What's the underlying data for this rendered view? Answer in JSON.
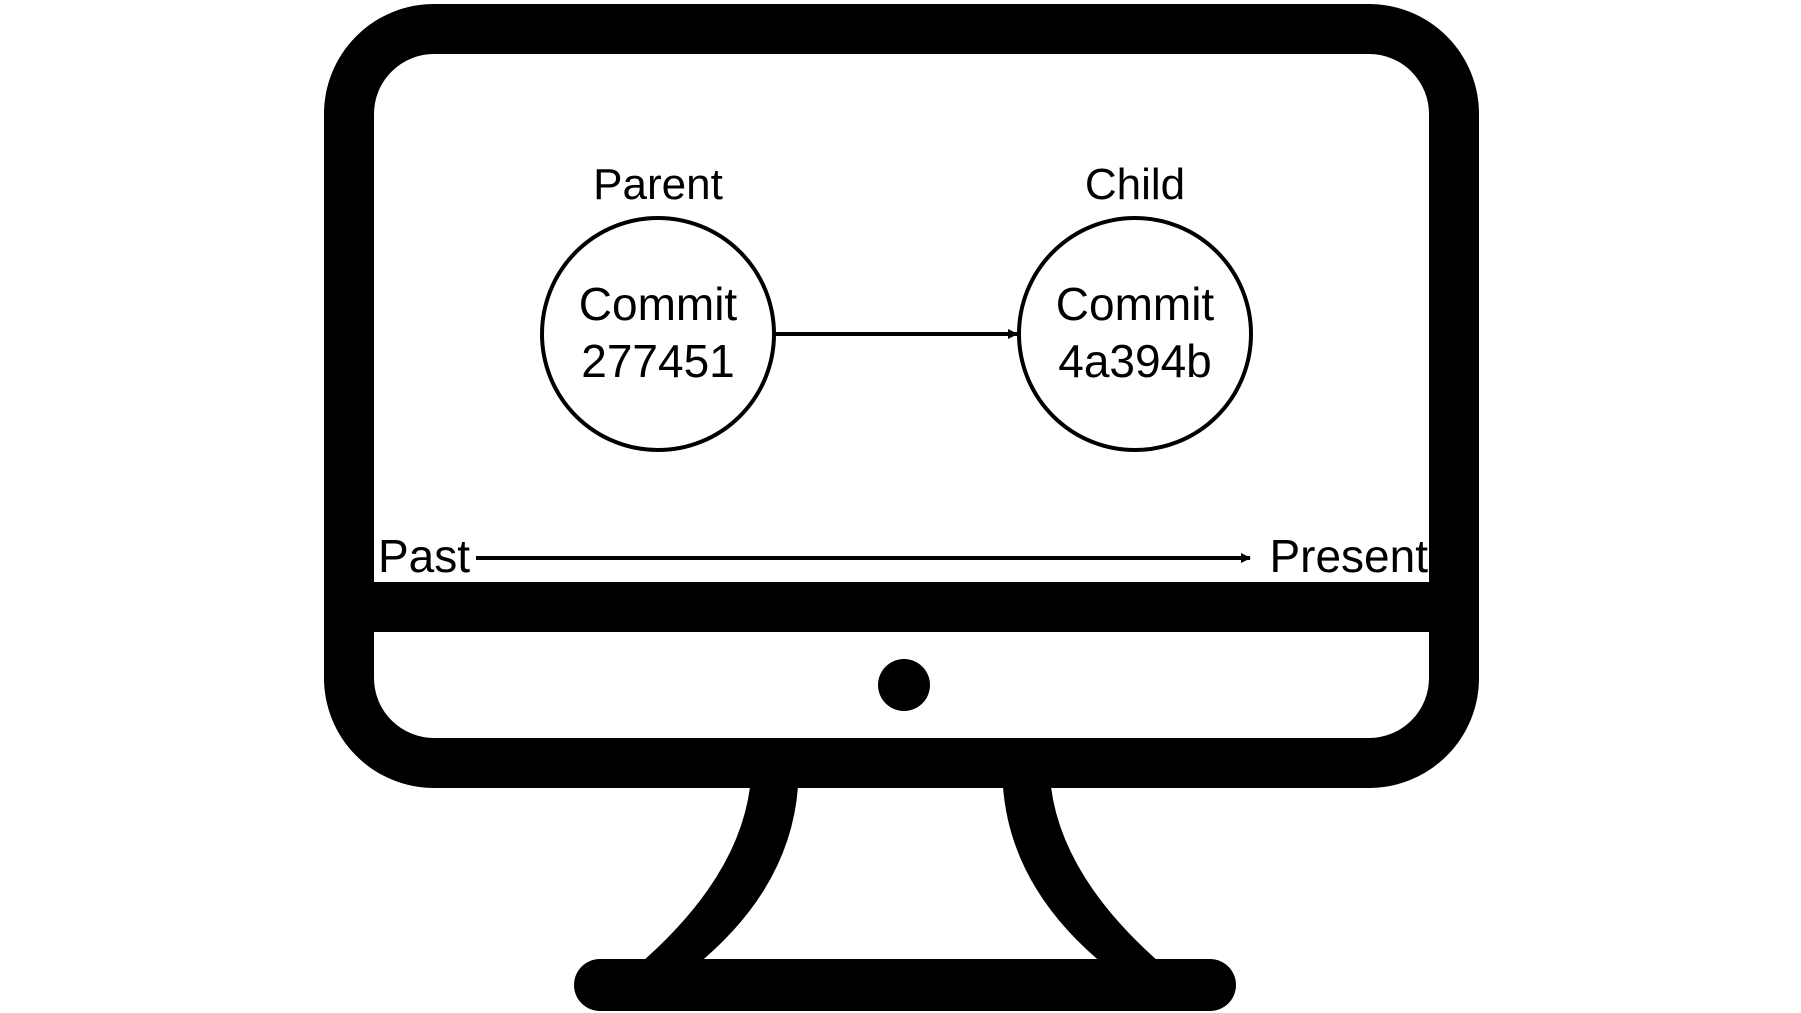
{
  "diagram": {
    "nodes": [
      {
        "role": "Parent",
        "line1": "Commit",
        "line2": "277451"
      },
      {
        "role": "Child",
        "line1": "Commit",
        "line2": "4a394b"
      }
    ],
    "timeline": {
      "start_label": "Past",
      "end_label": "Present"
    },
    "illustration": "desktop-monitor-icon",
    "colors": {
      "stroke": "#000000",
      "background": "#ffffff"
    }
  }
}
